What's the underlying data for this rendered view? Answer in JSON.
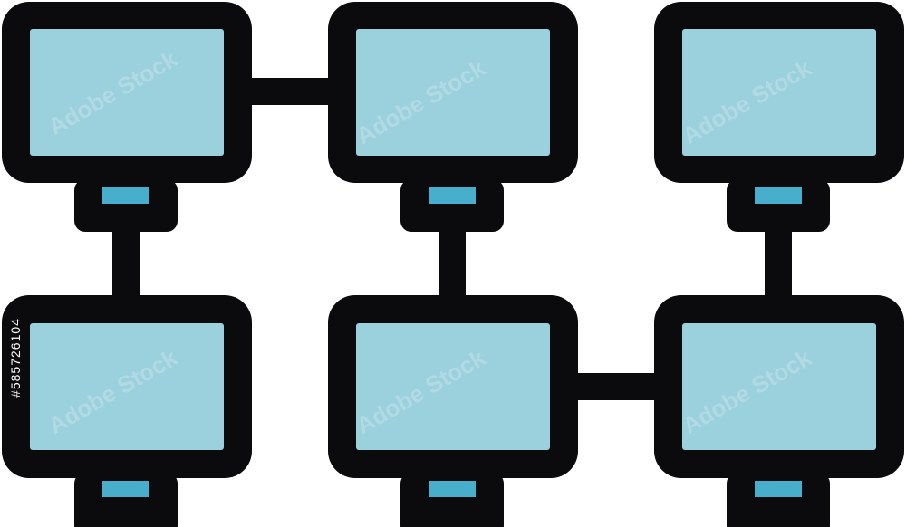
{
  "icon": {
    "name": "computer-network-icon",
    "colors": {
      "outline": "#0b0b0d",
      "screen": "#9bd0dd",
      "stand": "#47aecb",
      "background": "#ffffff"
    },
    "monitors": [
      {
        "name": "monitor-top-left"
      },
      {
        "name": "monitor-top-center"
      },
      {
        "name": "monitor-top-right"
      },
      {
        "name": "monitor-bottom-left"
      },
      {
        "name": "monitor-bottom-center"
      },
      {
        "name": "monitor-bottom-right"
      }
    ]
  },
  "watermark": {
    "text": "Adobe Stock",
    "stock_id": "#585726104"
  }
}
